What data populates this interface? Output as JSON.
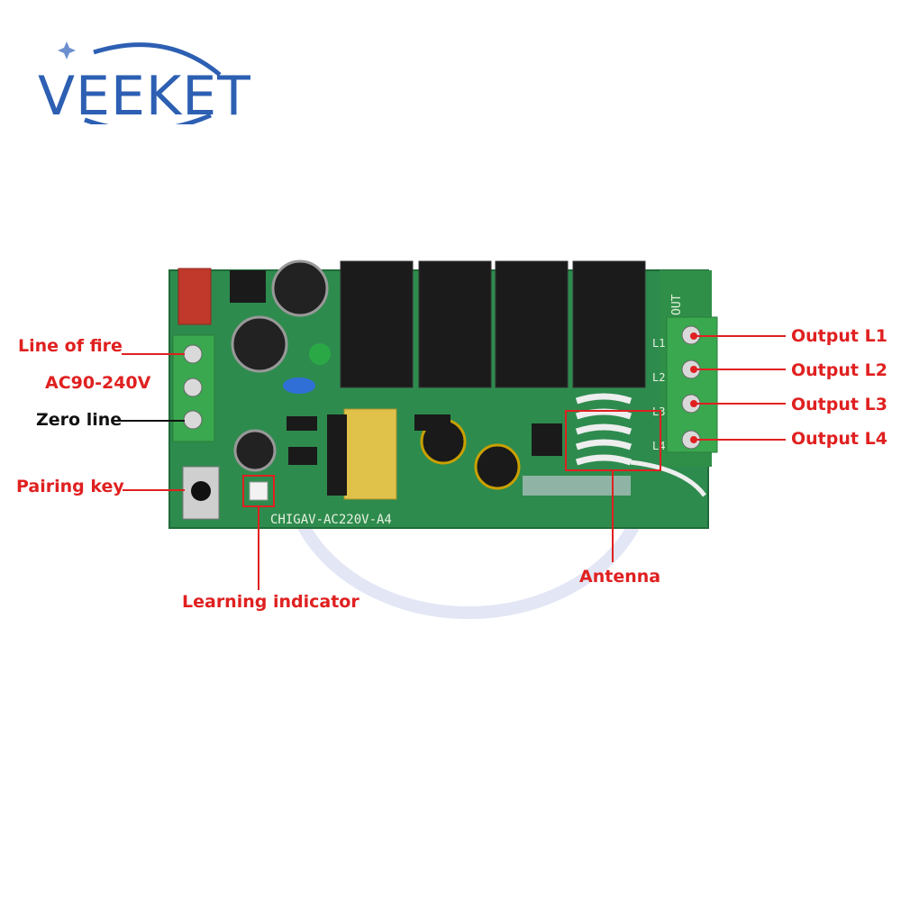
{
  "logo": {
    "text": "VEEKET"
  },
  "board": {
    "model_text": "CHIGAV-AC220V-A4",
    "out_label": "OUT",
    "terminal_labels": [
      "L1",
      "L2",
      "L3",
      "L4"
    ]
  },
  "labels": {
    "line_of_fire": "Line of fire",
    "voltage": "AC90-240V",
    "zero_line": "Zero line",
    "pairing_key": "Pairing key",
    "learning_indicator": "Learning indicator",
    "antenna": "Antenna",
    "outputs": [
      "Output L1",
      "Output L2",
      "Output L3",
      "Output L4"
    ]
  },
  "colors": {
    "brand": "#2d5fb3",
    "annotation_red": "#e02020",
    "pcb_green": "#2e8b4e",
    "terminal_green": "#3aa84f"
  }
}
